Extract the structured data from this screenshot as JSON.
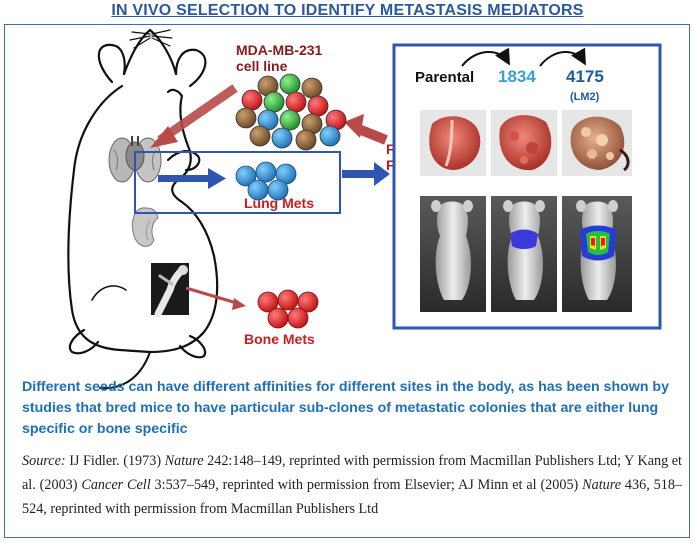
{
  "title": "IN VIVO SELECTION TO IDENTIFY METASTASIS MEDIATORS",
  "labels": {
    "cell_line_1": "MDA-MB-231",
    "cell_line_2": "cell line",
    "lung_mets": "Lung Mets",
    "bone_mets": "Bone Mets",
    "parental": "Parental",
    "gen1": "1834",
    "gen2": "4175",
    "gen2_sub": "(LM2)",
    "cut_f1": "F",
    "cut_f2": "F"
  },
  "caption": "Different seeds can have different affinities for different sites in the body, as has been shown by studies that bred mice to have particular sub-clones of metastatic colonies that are either lung specific or bone specific",
  "source": {
    "label": "Source:",
    "t1": " IJ Fidler. (1973) ",
    "j1": "Nature",
    "t2": " 242:148–149, reprinted with permission from Macmillan Publishers Ltd; Y Kang et al. (2003) ",
    "j2": "Cancer Cell",
    "t3": " 3:537–549, reprinted with permission from Elsevier; AJ Minn et al (2005) ",
    "j3": "Nature",
    "t4": " 436, 518–524, reprinted with permission from Macmillan Publishers Ltd"
  },
  "colors": {
    "title": "#2a5a9c",
    "frame": "#3d6db5",
    "dark_red": "#8b1a1a",
    "blue_text": "#3aa0d8",
    "caption": "#1f6fb8",
    "arrow_blue": "#2e56b0",
    "arrow_red": "#b84a4a"
  }
}
